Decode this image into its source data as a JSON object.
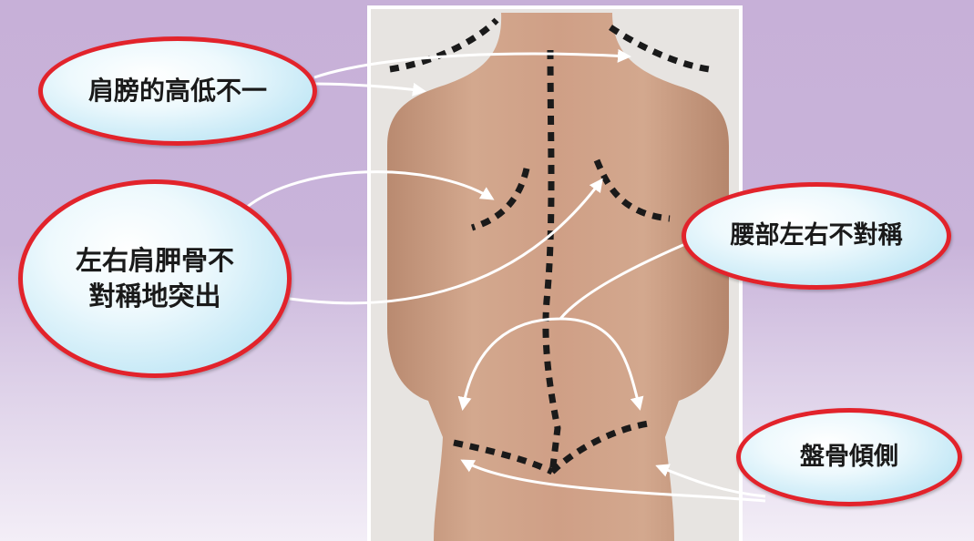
{
  "labels": {
    "shoulder": "肩膀的高低不一",
    "scapula": "左右肩胛骨不\n對稱地突出",
    "waist": "腰部左右不對稱",
    "pelvis": "盤骨傾側"
  },
  "colors": {
    "background": "#c7b0d8",
    "bubble_border": "#e2232b",
    "bubble_fill": "#bfe6f5",
    "skin": "#c89a80",
    "marker": "#1a1a1a",
    "arrow": "#ffffff"
  }
}
